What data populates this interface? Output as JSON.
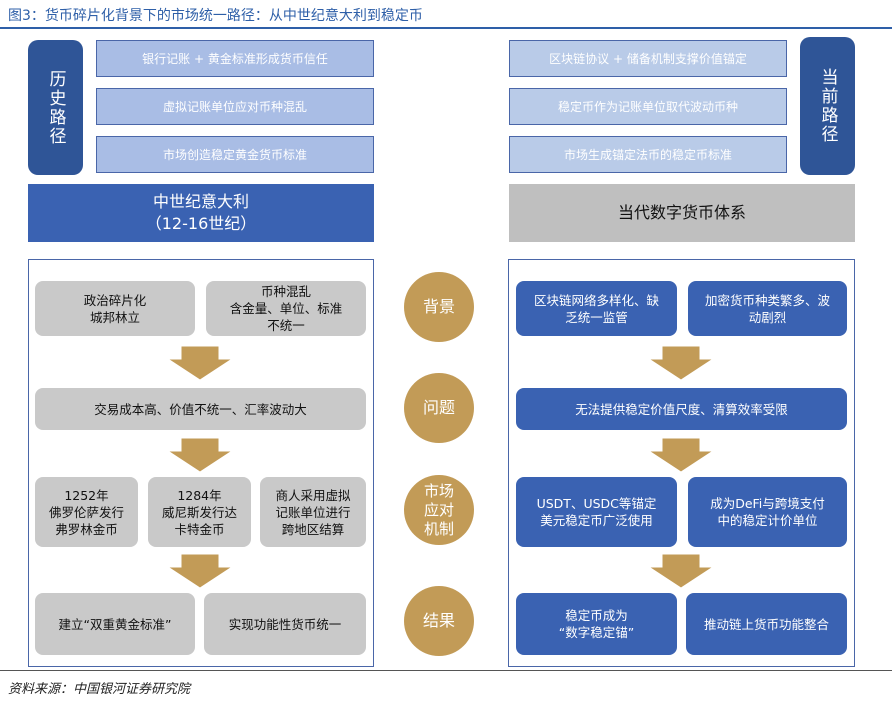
{
  "title": "图3：货币碎片化背景下的市场统一路径：从中世纪意大利到稳定币",
  "source": "资料来源：中国银河证券研究院",
  "left": {
    "path_label": "历史路径",
    "steps": [
      "银行记账 + 黄金标准形成货币信任",
      "虚拟记账单位应对币种混乱",
      "市场创造稳定黄金货币标准"
    ],
    "era": "中世纪意大利\n（12-16世纪）",
    "background": [
      "政治碎片化\n城邦林立",
      "币种混乱\n含金量、单位、标准\n不统一"
    ],
    "problem": "交易成本高、价值不统一、汇率波动大",
    "response": [
      "1252年\n佛罗伦萨发行\n弗罗林金币",
      "1284年\n威尼斯发行达\n卡特金币",
      "商人采用虚拟\n记账单位进行\n跨地区结算"
    ],
    "result": [
      "建立“双重黄金标准”",
      "实现功能性货币统一"
    ]
  },
  "right": {
    "path_label": "当前路径",
    "steps": [
      "区块链协议 + 储备机制支撑价值锚定",
      "稳定币作为记账单位取代波动币种",
      "市场生成锚定法币的稳定币标准"
    ],
    "era": "当代数字货币体系",
    "background": [
      "区块链网络多样化、缺\n乏统一监管",
      "加密货币种类繁多、波\n动剧烈"
    ],
    "problem": "无法提供稳定价值尺度、清算效率受限",
    "response": [
      "USDT、USDC等锚定\n美元稳定币广泛使用",
      "成为DeFi与跨境支付\n中的稳定计价单位"
    ],
    "result": [
      "稳定币成为\n“数字稳定锚”",
      "推动链上货币功能整合"
    ]
  },
  "stages": [
    "背景",
    "问题",
    "市场\n应对\n机制",
    "结果"
  ],
  "colors": {
    "title": "#2e5fa8",
    "dark_blue": "#3a62b2",
    "light_blue": "#a9bde5",
    "gray": "#c9c9c9",
    "gold": "#c29b57"
  }
}
